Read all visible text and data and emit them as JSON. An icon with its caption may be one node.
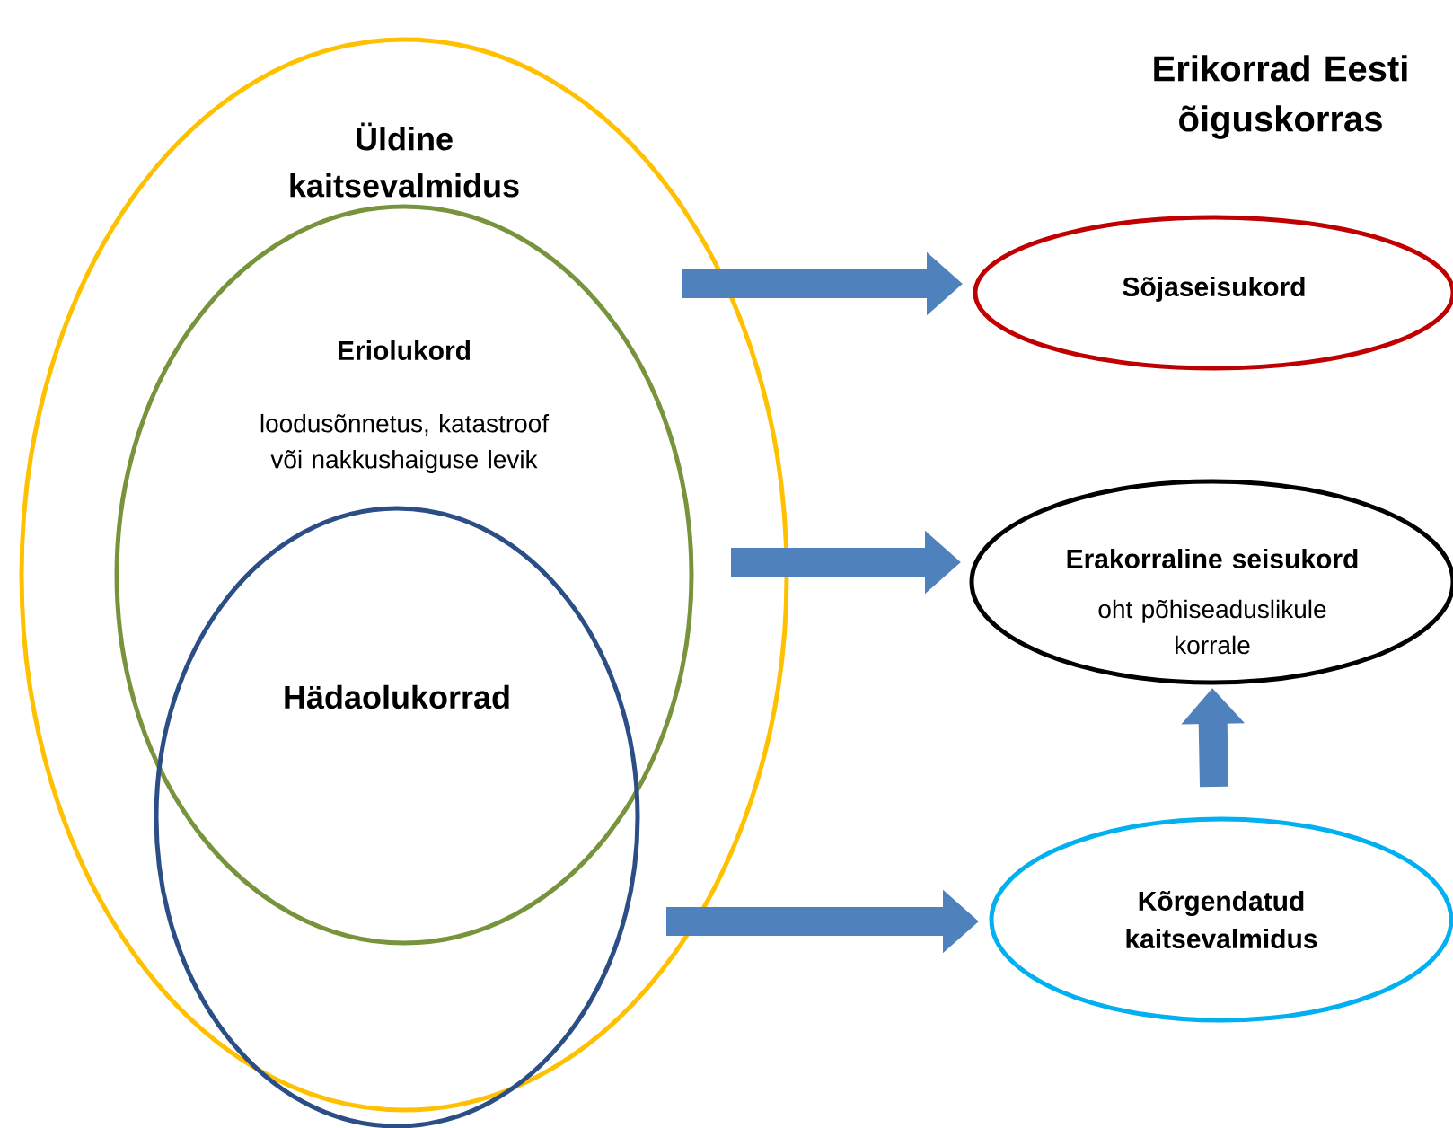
{
  "diagram": {
    "title": "Erikorrad Eesti õiguskorras",
    "nodes": [
      {
        "text": [
          "Üldine kaitsevalmidus"
        ]
      },
      {
        "text": [
          "Eriolukord",
          "loodusõnnetus, katastroof või nakkushaiguse levik"
        ],
        "in": 0
      },
      {
        "text": [
          "Hädaolukorrad"
        ],
        "in": 0
      },
      {
        "text": [
          "Sõjaseisukord"
        ]
      },
      {
        "text": [
          "Erakorraline seisukord",
          "oht põhiseaduslikule korrale"
        ]
      },
      {
        "text": [
          "Kõrgendatud kaitsevalmidus"
        ]
      }
    ],
    "edges": [
      {
        "from": 0,
        "to": 3,
        "arrow": "to"
      },
      {
        "from": 1,
        "to": 4,
        "arrow": "to"
      },
      {
        "from": 2,
        "to": 5,
        "arrow": "to"
      },
      {
        "from": 5,
        "to": 4,
        "arrow": "to"
      }
    ]
  }
}
